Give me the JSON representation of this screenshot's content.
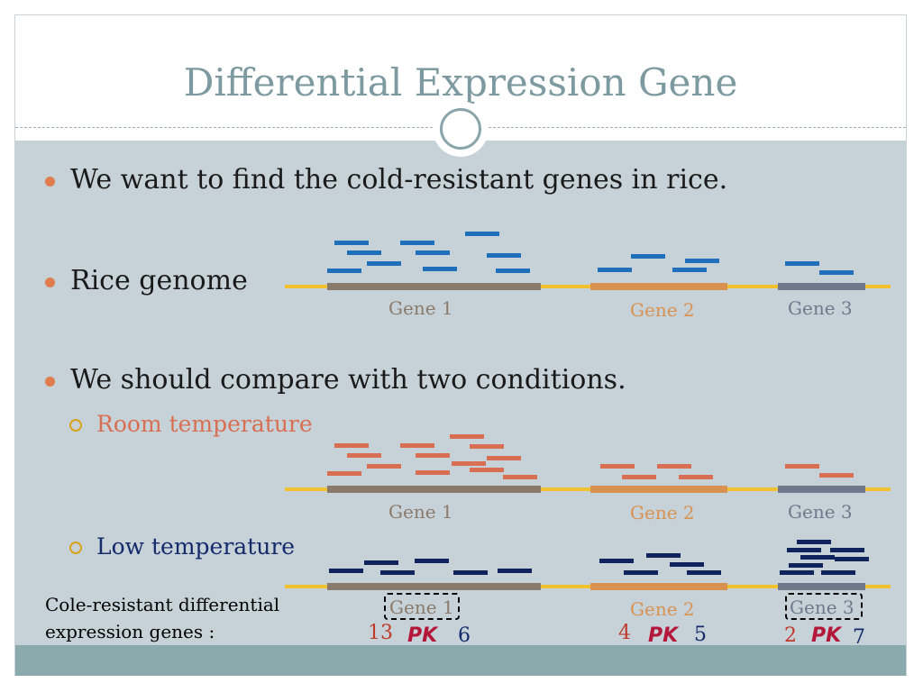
{
  "slide": {
    "title": "Differential Expression Gene",
    "bullets": [
      "We want to find the cold-resistant genes in rice.",
      "Rice genome",
      "We should compare with two conditions."
    ],
    "sub_bullets": [
      "Room temperature",
      "Low temperature"
    ],
    "note": [
      "Cole-resistant differential",
      "expression genes :"
    ]
  },
  "genes": {
    "labels": [
      "Gene 1",
      "Gene 2",
      "Gene 3"
    ]
  },
  "comparison": {
    "counts": [
      {
        "room": "13",
        "low": "6"
      },
      {
        "room": "4",
        "low": "5"
      },
      {
        "room": "2",
        "low": "7"
      }
    ],
    "pk_label": "PK",
    "highlighted_genes": [
      "Gene 1",
      "Gene 3"
    ]
  },
  "colors": {
    "title": "#7d9aa0",
    "genome_line": "#f2c12e",
    "gene1": "#8a7a6b",
    "gene2": "#d9914f",
    "gene3": "#6e7a8c",
    "reads_genome": "#1f6fba",
    "reads_room": "#d96f52",
    "reads_low": "#10235c",
    "room_text": "#d96f52",
    "low_text": "#142a6b",
    "pk_color": "#b5173b"
  }
}
